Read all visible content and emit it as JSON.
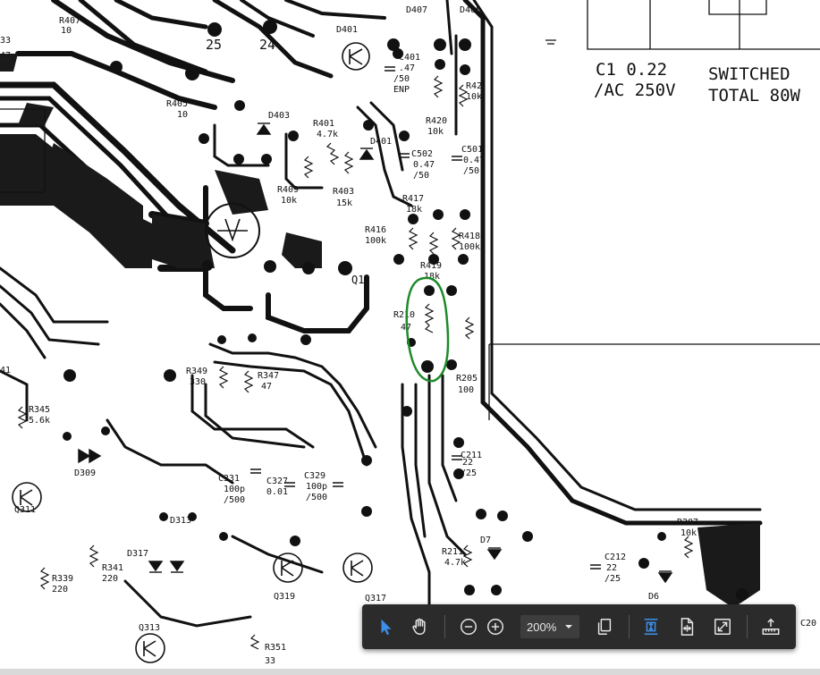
{
  "document": {
    "labels": {
      "r407": "R407",
      "ten_a": "10",
      "n33": "33",
      "n47": "47",
      "n25": "25",
      "n24": "24",
      "d401": "D401",
      "c401": "C401",
      "c401_v": ".47",
      "c401_r": "/50",
      "c401_np": "ENP",
      "d0407": "D407",
      "d0408": "D408",
      "r405": "R405",
      "r405_v": "10",
      "d403": "D403",
      "r401": "R401",
      "r401_v": "4.7k",
      "d401b": "D401",
      "r421": "R42",
      "r421_v": "10k",
      "r420": "R420",
      "r420_v": "10k",
      "c502": "C502",
      "c502_v": "0.47",
      "c502_r": "/50",
      "c501": "C501",
      "c501_v": "0.47",
      "c501_r": "/50",
      "r409": "R409",
      "r409_v": "10k",
      "r403": "R403",
      "r403_v": "15k",
      "r417": "R417",
      "r417_v": "18k",
      "r416": "R416",
      "r416_v": "100k",
      "r418": "R418",
      "r418_v": "100k",
      "r419": "R419",
      "r419_v": "18k",
      "q1": "Q1",
      "r210": "R210",
      "r210_v": "47",
      "r205": "R205",
      "r205_v": "100",
      "r349": "R349",
      "r349_v": "330",
      "r347": "R347",
      "r347_v": "47",
      "r345": "R345",
      "r345_v": "5.6k",
      "d309": "D309",
      "c331": "C331",
      "c331_v": "100p",
      "c331_r": "/500",
      "c327": "C327",
      "c327_v": "0.01",
      "c329": "C329",
      "c329_v": "100p",
      "c329_r": "/500",
      "c211": "C211",
      "c211_v": "22",
      "c211_r": "/25",
      "q311": "Q311",
      "d313": "D313",
      "d317": "D317",
      "r341": "R341",
      "r341_v": "220",
      "r339": "R339",
      "r339_v": "220",
      "q319": "Q319",
      "q317": "Q317",
      "r211": "R211",
      "r211_v": "4.7k",
      "d7": "D7",
      "c212": "C212",
      "c212_v": "22",
      "c212_r": "/25",
      "r207": "R207",
      "r207_v": "10k",
      "d6": "D6",
      "q313": "Q313",
      "r351": "R351",
      "r351_v": "33",
      "c20": "C20",
      "c1_line1": "C1  0.22",
      "c1_line2": "/AC 250V",
      "switched_line1": "SWITCHED",
      "switched_line2": "TOTAL 80W",
      "n41": "41"
    },
    "annotation_color": "#1f8a2a"
  },
  "toolbar": {
    "zoom_value": "200%",
    "tools": [
      {
        "name": "select",
        "icon": "pointer-arrow-icon",
        "active": true
      },
      {
        "name": "hand",
        "icon": "hand-pan-icon"
      },
      {
        "name": "zoom-out",
        "icon": "zoom-out-icon"
      },
      {
        "name": "zoom-in",
        "icon": "zoom-in-icon"
      },
      {
        "name": "page-display",
        "icon": "copy-pages-icon"
      },
      {
        "name": "fit-height",
        "icon": "fit-height-icon",
        "active": true
      },
      {
        "name": "fit-page",
        "icon": "fit-page-icon"
      },
      {
        "name": "full-screen",
        "icon": "full-screen-icon"
      },
      {
        "name": "measure",
        "icon": "measure-ruler-icon"
      }
    ],
    "colors": {
      "background": "#2b2b2b",
      "icon": "#e6e6e6",
      "accent": "#3d8ee8"
    }
  }
}
